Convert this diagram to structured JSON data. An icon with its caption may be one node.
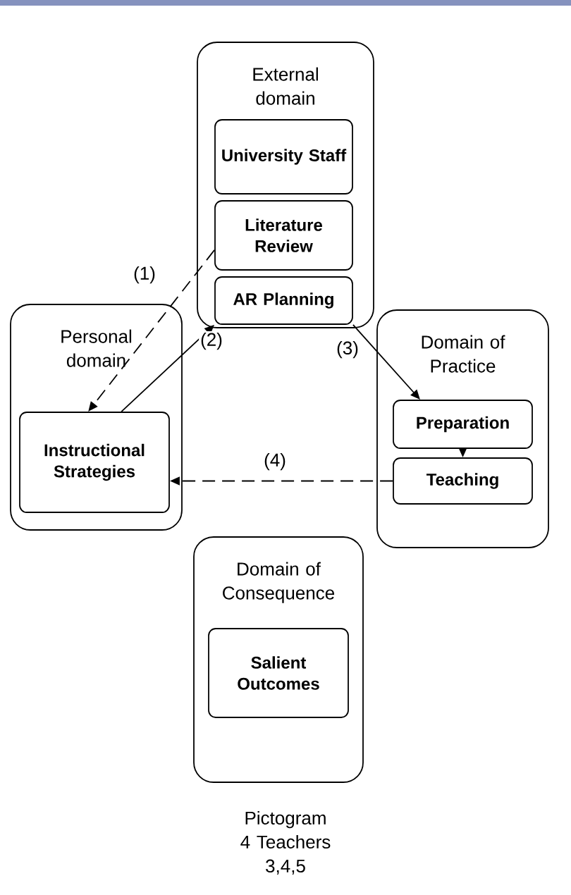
{
  "diagram": {
    "caption": "Pictogram 4 Teachers 3,4,5",
    "nodes": [
      {
        "text": [
          "External domain"
        ]
      },
      {
        "text": [
          "University Staff"
        ],
        "in": 0
      },
      {
        "text": [
          "Literature Review"
        ],
        "in": 0
      },
      {
        "text": [
          "AR Planning"
        ],
        "in": 0
      },
      {
        "text": [
          "Personal domain"
        ]
      },
      {
        "text": [
          "Instructional Strategies"
        ],
        "in": 4
      },
      {
        "text": [
          "Domain of Practice"
        ]
      },
      {
        "text": [
          "Preparation"
        ],
        "in": 6
      },
      {
        "text": [
          "Teaching"
        ],
        "in": 6
      },
      {
        "text": [
          "Domain of Consequence"
        ]
      },
      {
        "text": [
          "Salient Outcomes"
        ],
        "in": 9
      }
    ],
    "edges": [
      {
        "from": 2,
        "to": 5,
        "arrow": "to",
        "label": "(1)",
        "style": "dashed"
      },
      {
        "from": 5,
        "to": 3,
        "arrow": "to",
        "label": "(2)"
      },
      {
        "from": 3,
        "to": 7,
        "arrow": "to",
        "label": "(3)"
      },
      {
        "from": 7,
        "to": 8,
        "arrow": "to"
      },
      {
        "from": 8,
        "to": 5,
        "arrow": "to",
        "label": "(4)",
        "style": "dashed"
      }
    ]
  }
}
